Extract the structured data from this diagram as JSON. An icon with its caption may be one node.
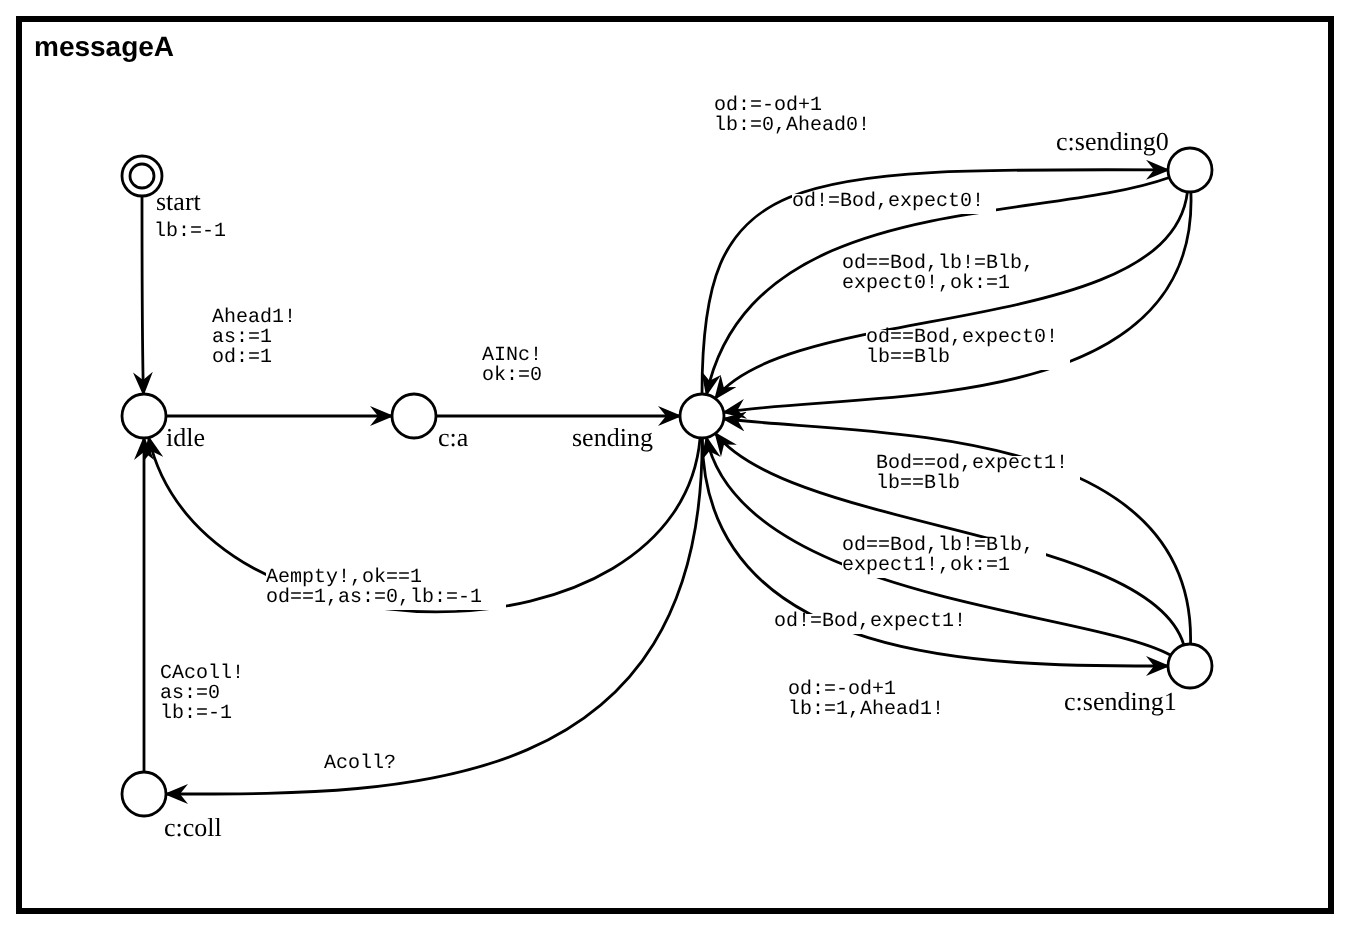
{
  "diagram": {
    "title": "messageA",
    "nodes": [
      {
        "text": [],
        "shape": "circle",
        "beside": [
          "start"
        ]
      },
      {
        "text": [],
        "shape": "circle",
        "beside": [
          "idle"
        ]
      },
      {
        "text": [],
        "shape": "circle",
        "beside": [
          "c:a"
        ]
      },
      {
        "text": [],
        "shape": "circle",
        "beside": [
          "sending"
        ]
      },
      {
        "text": [],
        "shape": "circle",
        "beside": [
          "c:sending0"
        ]
      },
      {
        "text": [],
        "shape": "circle",
        "beside": [
          "c:sending1"
        ]
      },
      {
        "text": [],
        "shape": "circle",
        "beside": [
          "c:coll"
        ]
      }
    ],
    "edges": [
      {
        "from": 0,
        "to": 1,
        "arrow": "to",
        "label": "lb:=-1"
      },
      {
        "from": 1,
        "to": 2,
        "arrow": "to",
        "label": "Ahead1! as:=1 od:=1"
      },
      {
        "from": 2,
        "to": 3,
        "arrow": "to",
        "label": "AINc! ok:=0"
      },
      {
        "from": 3,
        "to": 4,
        "arrow": "to",
        "label": "od:=-od+1 lb:=0,Ahead0!"
      },
      {
        "from": 4,
        "to": 3,
        "arrow": "to",
        "label": "od!=Bod,expect0!"
      },
      {
        "from": 4,
        "to": 3,
        "arrow": "to",
        "label": "od==Bod,lb!=Blb, expect0!,ok:=1"
      },
      {
        "from": 4,
        "to": 3,
        "arrow": "to",
        "label": "od==Bod,expect0! lb==Blb"
      },
      {
        "from": 5,
        "to": 3,
        "arrow": "to",
        "label": "Bod==od,expect1! lb==Blb"
      },
      {
        "from": 5,
        "to": 3,
        "arrow": "to",
        "label": "od==Bod,lb!=Blb, expect1!,ok:=1"
      },
      {
        "from": 5,
        "to": 3,
        "arrow": "to",
        "label": "od!=Bod,expect1!"
      },
      {
        "from": 3,
        "to": 5,
        "arrow": "to",
        "label": "od:=-od+1 lb:=1,Ahead1!"
      },
      {
        "from": 3,
        "to": 1,
        "arrow": "to",
        "label": "Aempty!,ok==1 od==1,as:=0,lb:=-1"
      },
      {
        "from": 3,
        "to": 6,
        "arrow": "to",
        "label": "Acoll?"
      },
      {
        "from": 6,
        "to": 1,
        "arrow": "to",
        "label": "CAcoll! as:=0 lb:=-1"
      }
    ]
  }
}
